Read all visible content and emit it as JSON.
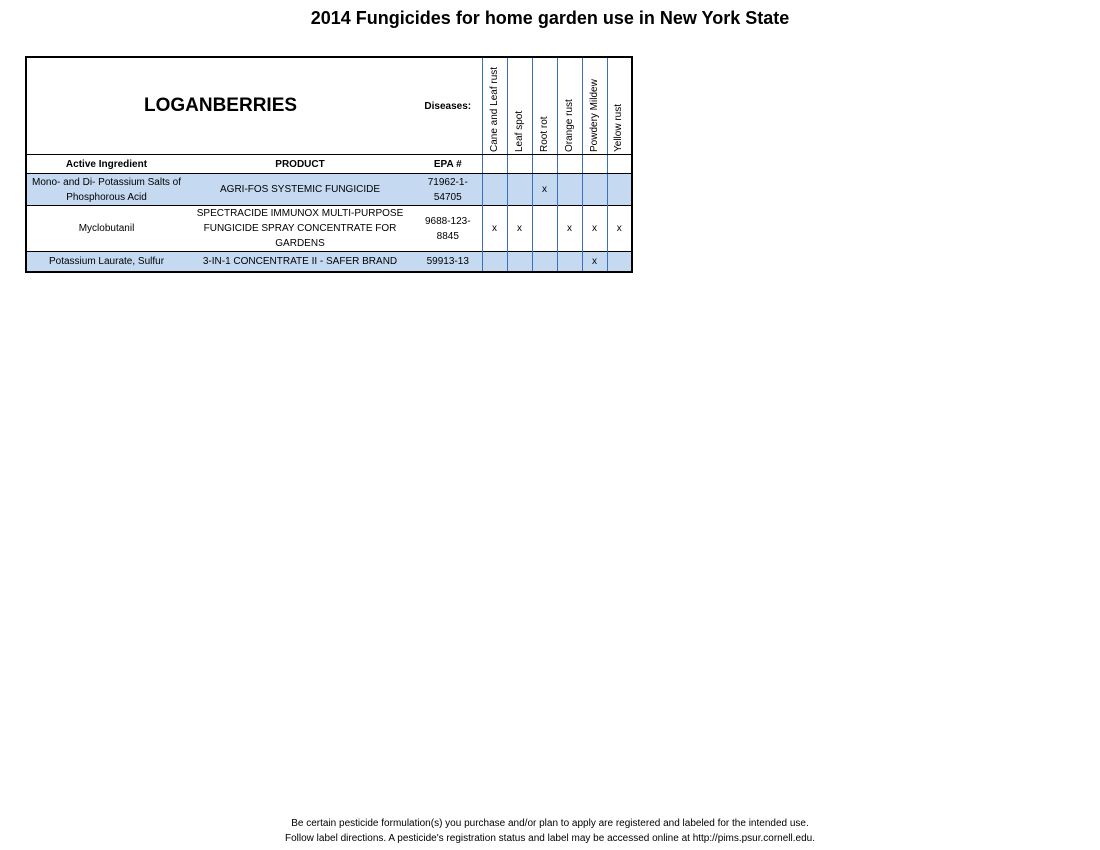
{
  "title": "2014 Fungicides for home garden use in New York State",
  "crop": "LOGANBERRIES",
  "diseases_label": "Diseases:",
  "diseases": [
    "Cane and Leaf rust",
    "Leaf spot",
    "Root rot",
    "Orange rust",
    "Powdery Mildew",
    "Yellow rust"
  ],
  "headers": {
    "active_ingredient": "Active Ingredient",
    "product": "PRODUCT",
    "epa": "EPA #"
  },
  "rows": [
    {
      "ingredient": "Mono- and Di- Potassium Salts of Phosphorous Acid",
      "product": "AGRI-FOS SYSTEMIC FUNGICIDE",
      "epa": "71962-1-54705",
      "marks": [
        "",
        "",
        "x",
        "",
        "",
        ""
      ]
    },
    {
      "ingredient": "Myclobutanil",
      "product": "SPECTRACIDE IMMUNOX MULTI-PURPOSE FUNGICIDE SPRAY CONCENTRATE FOR GARDENS",
      "epa": "9688-123-8845",
      "marks": [
        "x",
        "x",
        "",
        "x",
        "x",
        "x"
      ]
    },
    {
      "ingredient": "Potassium Laurate, Sulfur",
      "product": "3-IN-1 CONCENTRATE II - SAFER BRAND",
      "epa": "59913-13",
      "marks": [
        "",
        "",
        "",
        "",
        "x",
        ""
      ]
    }
  ],
  "footer": {
    "line1": "Be certain pesticide formulation(s) you purchase and/or plan to apply are registered and labeled for the intended use.",
    "line2": "Follow label directions. A pesticide's registration status and label may be accessed online at http://pims.psur.cornell.edu."
  }
}
